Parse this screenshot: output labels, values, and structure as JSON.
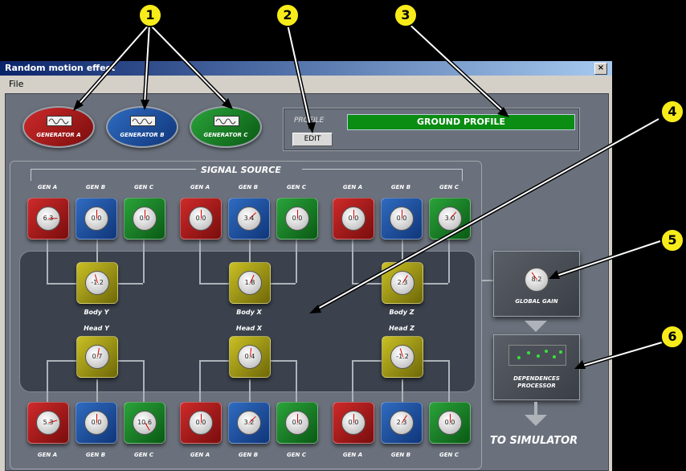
{
  "window": {
    "title": "Random motion effect",
    "close_glyph": "×"
  },
  "menu": {
    "file": "File"
  },
  "generators": [
    {
      "label": "GENERATOR A",
      "color": "red"
    },
    {
      "label": "GENERATOR B",
      "color": "blue"
    },
    {
      "label": "GENERATOR C",
      "color": "green"
    }
  ],
  "profile": {
    "label": "PROFILE",
    "edit": "EDIT",
    "value": "GROUND PROFILE"
  },
  "signal_source": {
    "title": "SIGNAL SOURCE"
  },
  "col_labels": [
    "GEN A",
    "GEN B",
    "GEN C",
    "GEN A",
    "GEN B",
    "GEN C",
    "GEN A",
    "GEN B",
    "GEN C"
  ],
  "top_values": [
    "6.3",
    "0.0",
    "0.0",
    "0.0",
    "3.4",
    "0.0",
    "0.0",
    "0.0",
    "3.0"
  ],
  "bottom_values": [
    "5.3",
    "0.0",
    "10.6",
    "0.0",
    "3.2",
    "0.0",
    "0.0",
    "2.3",
    "0.0"
  ],
  "body": [
    {
      "label": "Body Y",
      "value": "-1.2"
    },
    {
      "label": "Body X",
      "value": "1.8"
    },
    {
      "label": "Body Z",
      "value": "2.3"
    }
  ],
  "head": [
    {
      "label": "Head Y",
      "value": "0.7"
    },
    {
      "label": "Head X",
      "value": "0.4"
    },
    {
      "label": "Head Z",
      "value": "-1.2"
    }
  ],
  "global_gain": {
    "label": "GLOBAL GAIN",
    "value": "8.2"
  },
  "dependences": {
    "line1": "DEPENDENCES",
    "line2": "PROCESSOR"
  },
  "to_simulator": "TO SIMULATOR",
  "callouts": [
    "1",
    "2",
    "3",
    "4",
    "5",
    "6"
  ],
  "colors": {
    "red": "#b51c1c",
    "blue": "#2660b3",
    "green": "#1f9a2c",
    "yellow": "#b8ae1b",
    "profile_green": "#0a8d12",
    "callout": "#f7ec1a"
  }
}
